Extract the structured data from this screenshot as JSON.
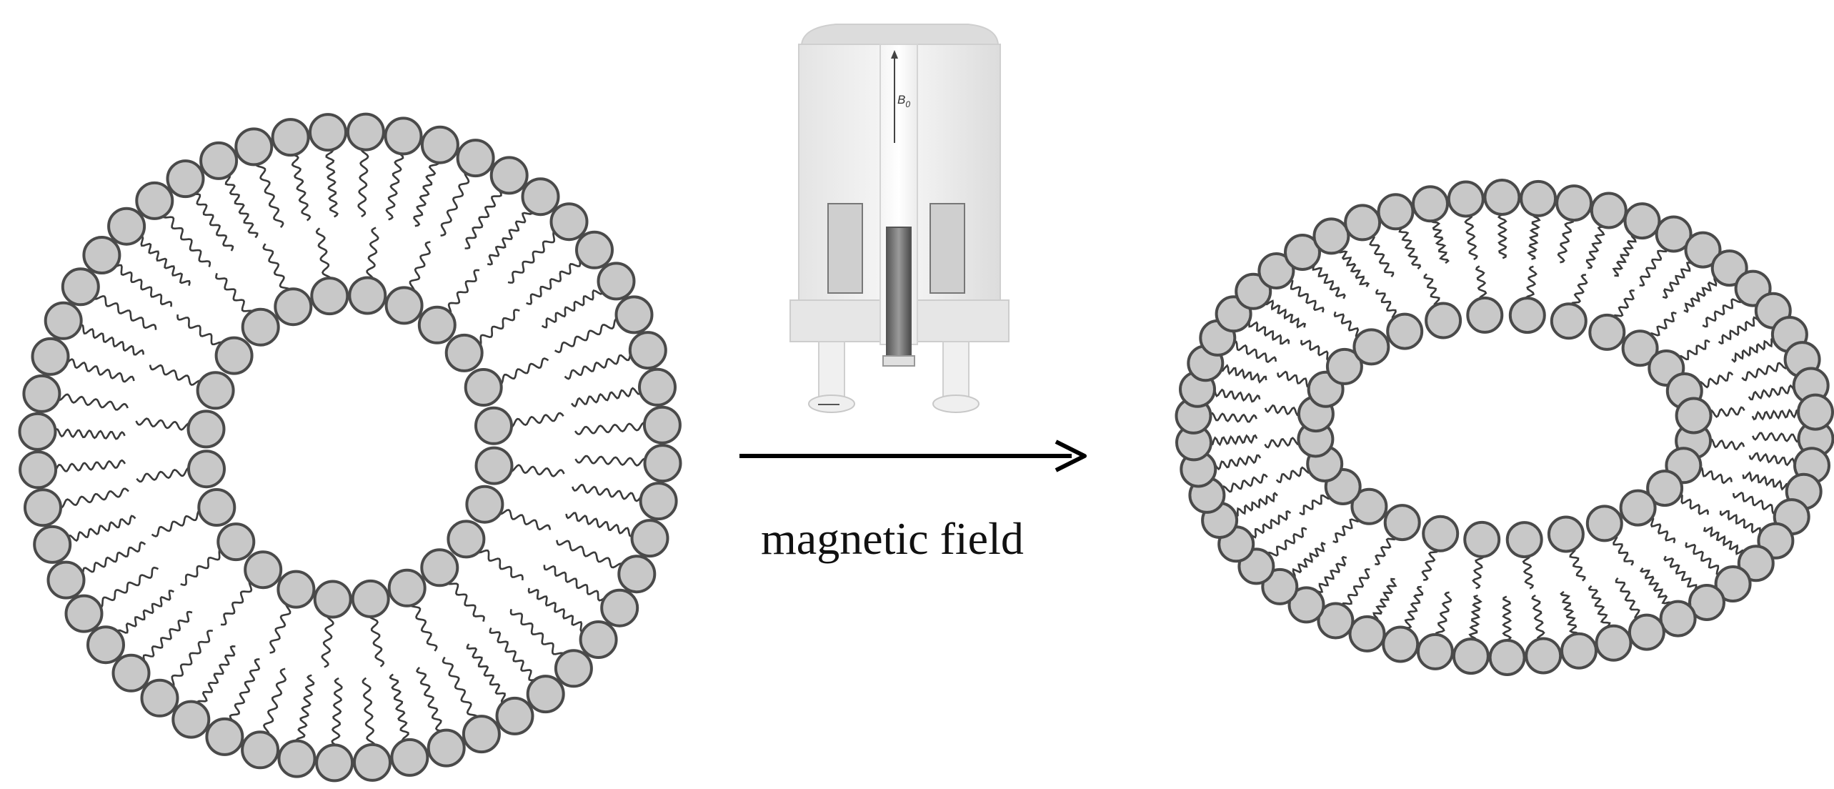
{
  "diagram": {
    "arrow_label": "magnetic field",
    "magnet_field_symbol": "B",
    "magnet_field_subscript": "0",
    "left_structure": "spherical-vesicle",
    "right_structure": "elongated-vesicle",
    "colors": {
      "head_fill": "#c8c8c8",
      "head_stroke": "#4a4a4a",
      "tail_stroke": "#3a3a3a",
      "arrow": "#000000",
      "magnet_body": "#e8e8e8",
      "magnet_insert": "#cfcfcf",
      "probe": "#777777"
    }
  }
}
